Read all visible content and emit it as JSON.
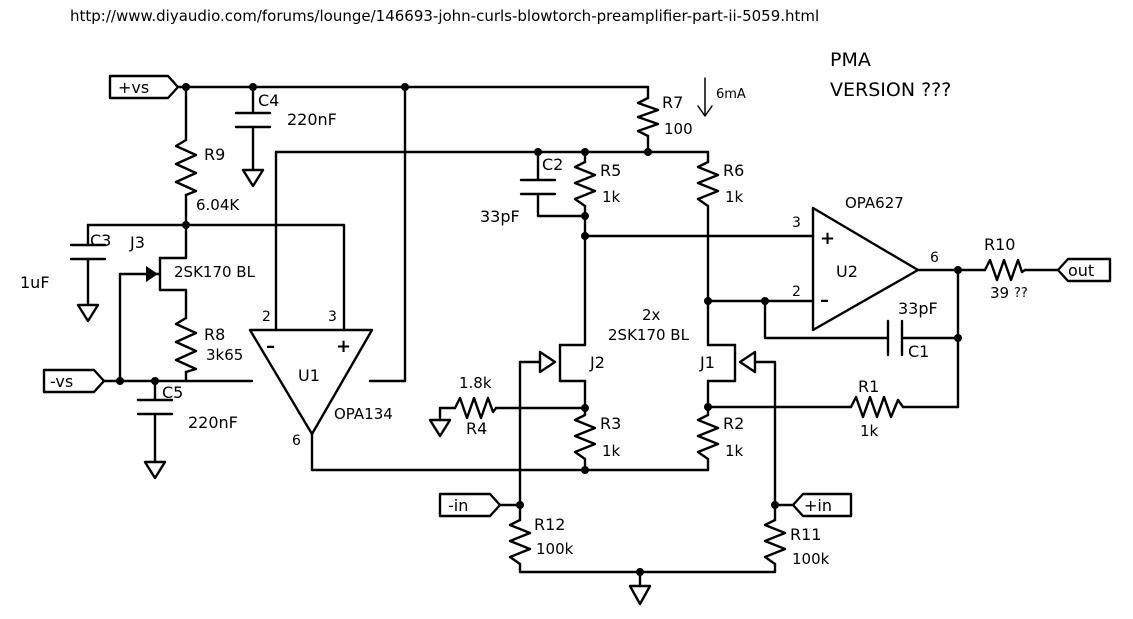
{
  "url": "http://www.diyaudio.com/forums/lounge/146693-john-curls-blowtorch-preamplifier-part-ii-5059.html",
  "version_note": [
    "PMA",
    "VERSION ???"
  ],
  "ports": {
    "pos_supply": "+vs",
    "neg_supply": "-vs",
    "neg_input": "-in",
    "pos_input": "+in",
    "output": "out"
  },
  "components": {
    "C4": {
      "ref": "C4",
      "value": "220nF"
    },
    "C5": {
      "ref": "C5",
      "value": "220nF"
    },
    "C3": {
      "ref": "C3",
      "value": "1uF"
    },
    "C2": {
      "ref": "C2",
      "value": "33pF"
    },
    "C1": {
      "ref": "C1",
      "value": "33pF"
    },
    "R9": {
      "ref": "R9",
      "value": "6.04K"
    },
    "R8": {
      "ref": "R8",
      "value": "3k65"
    },
    "R7": {
      "ref": "R7",
      "value": "100",
      "current": "6mA"
    },
    "R5": {
      "ref": "R5",
      "value": "1k"
    },
    "R6": {
      "ref": "R6",
      "value": "1k"
    },
    "R3": {
      "ref": "R3",
      "value": "1k"
    },
    "R2": {
      "ref": "R2",
      "value": "1k"
    },
    "R4": {
      "ref": "R4",
      "value": "1.8k"
    },
    "R1": {
      "ref": "R1",
      "value": "1k"
    },
    "R10": {
      "ref": "R10",
      "value": "39",
      "note": "??"
    },
    "R11": {
      "ref": "R11",
      "value": "100k"
    },
    "R12": {
      "ref": "R12",
      "value": "100k"
    },
    "J3": {
      "ref": "J3",
      "part": "2SK170 BL"
    },
    "pair": {
      "count": "2x",
      "part": "2SK170 BL"
    },
    "J1": {
      "ref": "J1"
    },
    "J2": {
      "ref": "J2"
    },
    "U1": {
      "ref": "U1",
      "part": "OPA134",
      "pin_inv": "2",
      "pin_noninv": "3",
      "pin_out": "6",
      "sign_inv": "–",
      "sign_noninv": "+"
    },
    "U2": {
      "ref": "U2",
      "part": "OPA627",
      "pin_noninv": "3",
      "pin_inv": "2",
      "pin_out": "6",
      "sign_noninv": "+",
      "sign_inv": "–"
    }
  }
}
